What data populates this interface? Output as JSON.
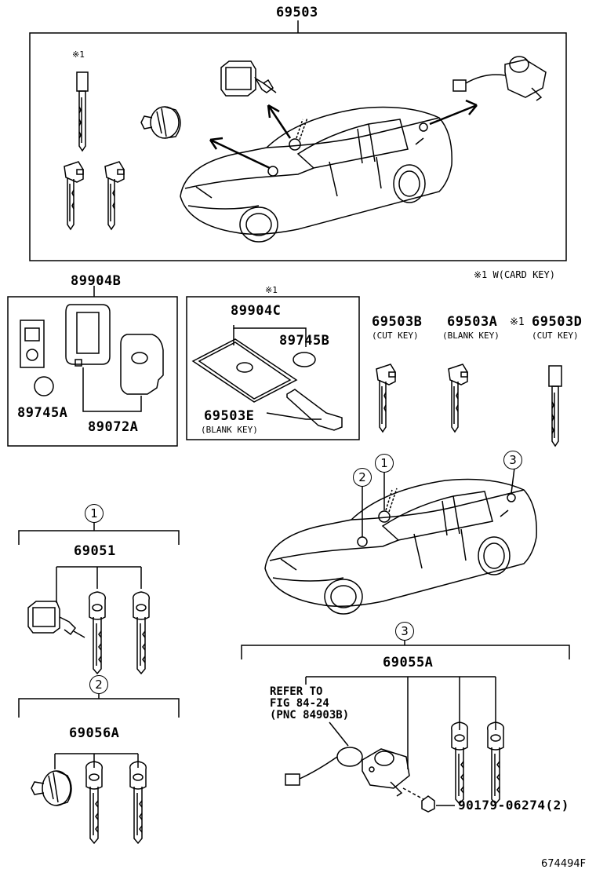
{
  "labels": {
    "top_assembly": "69503",
    "card_key_note": "※1 W(CARD KEY)",
    "smart_key_set": "89904B",
    "battery_a": "89745A",
    "case_a": "89072A",
    "card_mark": "※1",
    "card_key_set": "89904C",
    "battery_b": "89745B",
    "blank_e": "69503E",
    "blank_e_note": "(BLANK KEY)",
    "cut_b": "69503B",
    "cut_b_note": "(CUT KEY)",
    "blank_a": "69503A",
    "blank_a_note": "(BLANK KEY)",
    "cut_d_mark": "※1",
    "cut_d": "69503D",
    "cut_d_note": "(CUT KEY)",
    "set1": "69051",
    "set2": "69056A",
    "set3": "69055A",
    "refer_note": "REFER TO\nFIG 84-24\n(PNC 84903B)",
    "screw": "90179-06274(2)",
    "figure_id": "674494F"
  },
  "markers": {
    "m1": "1",
    "m2": "2",
    "m3": "3"
  }
}
